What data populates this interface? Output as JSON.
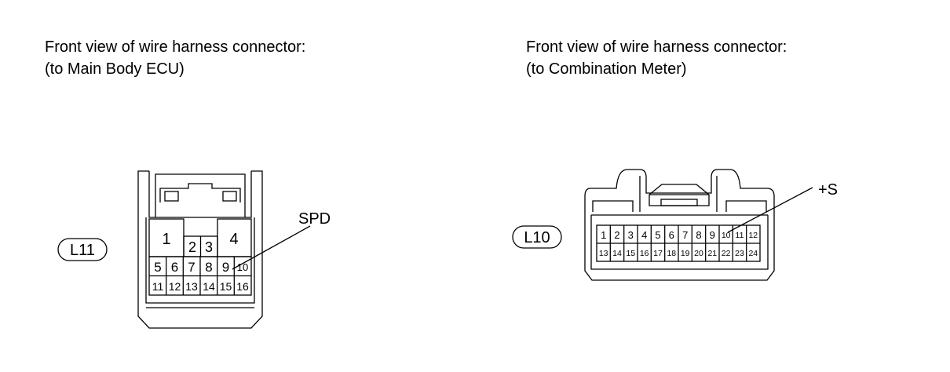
{
  "left": {
    "caption": [
      "Front view of wire harness connector:",
      "(to Main Body ECU)"
    ],
    "connector_label": "L11",
    "signal_label": "SPD",
    "pins": [
      "1",
      "2",
      "3",
      "4",
      "5",
      "6",
      "7",
      "8",
      "9",
      "10",
      "11",
      "12",
      "13",
      "14",
      "15",
      "16"
    ]
  },
  "right": {
    "caption": [
      "Front view of wire harness connector:",
      "(to Combination Meter)"
    ],
    "connector_label": "L10",
    "signal_label": "+S",
    "pins": [
      "1",
      "2",
      "3",
      "4",
      "5",
      "6",
      "7",
      "8",
      "9",
      "10",
      "11",
      "12",
      "13",
      "14",
      "15",
      "16",
      "17",
      "18",
      "19",
      "20",
      "21",
      "22",
      "23",
      "24"
    ]
  }
}
